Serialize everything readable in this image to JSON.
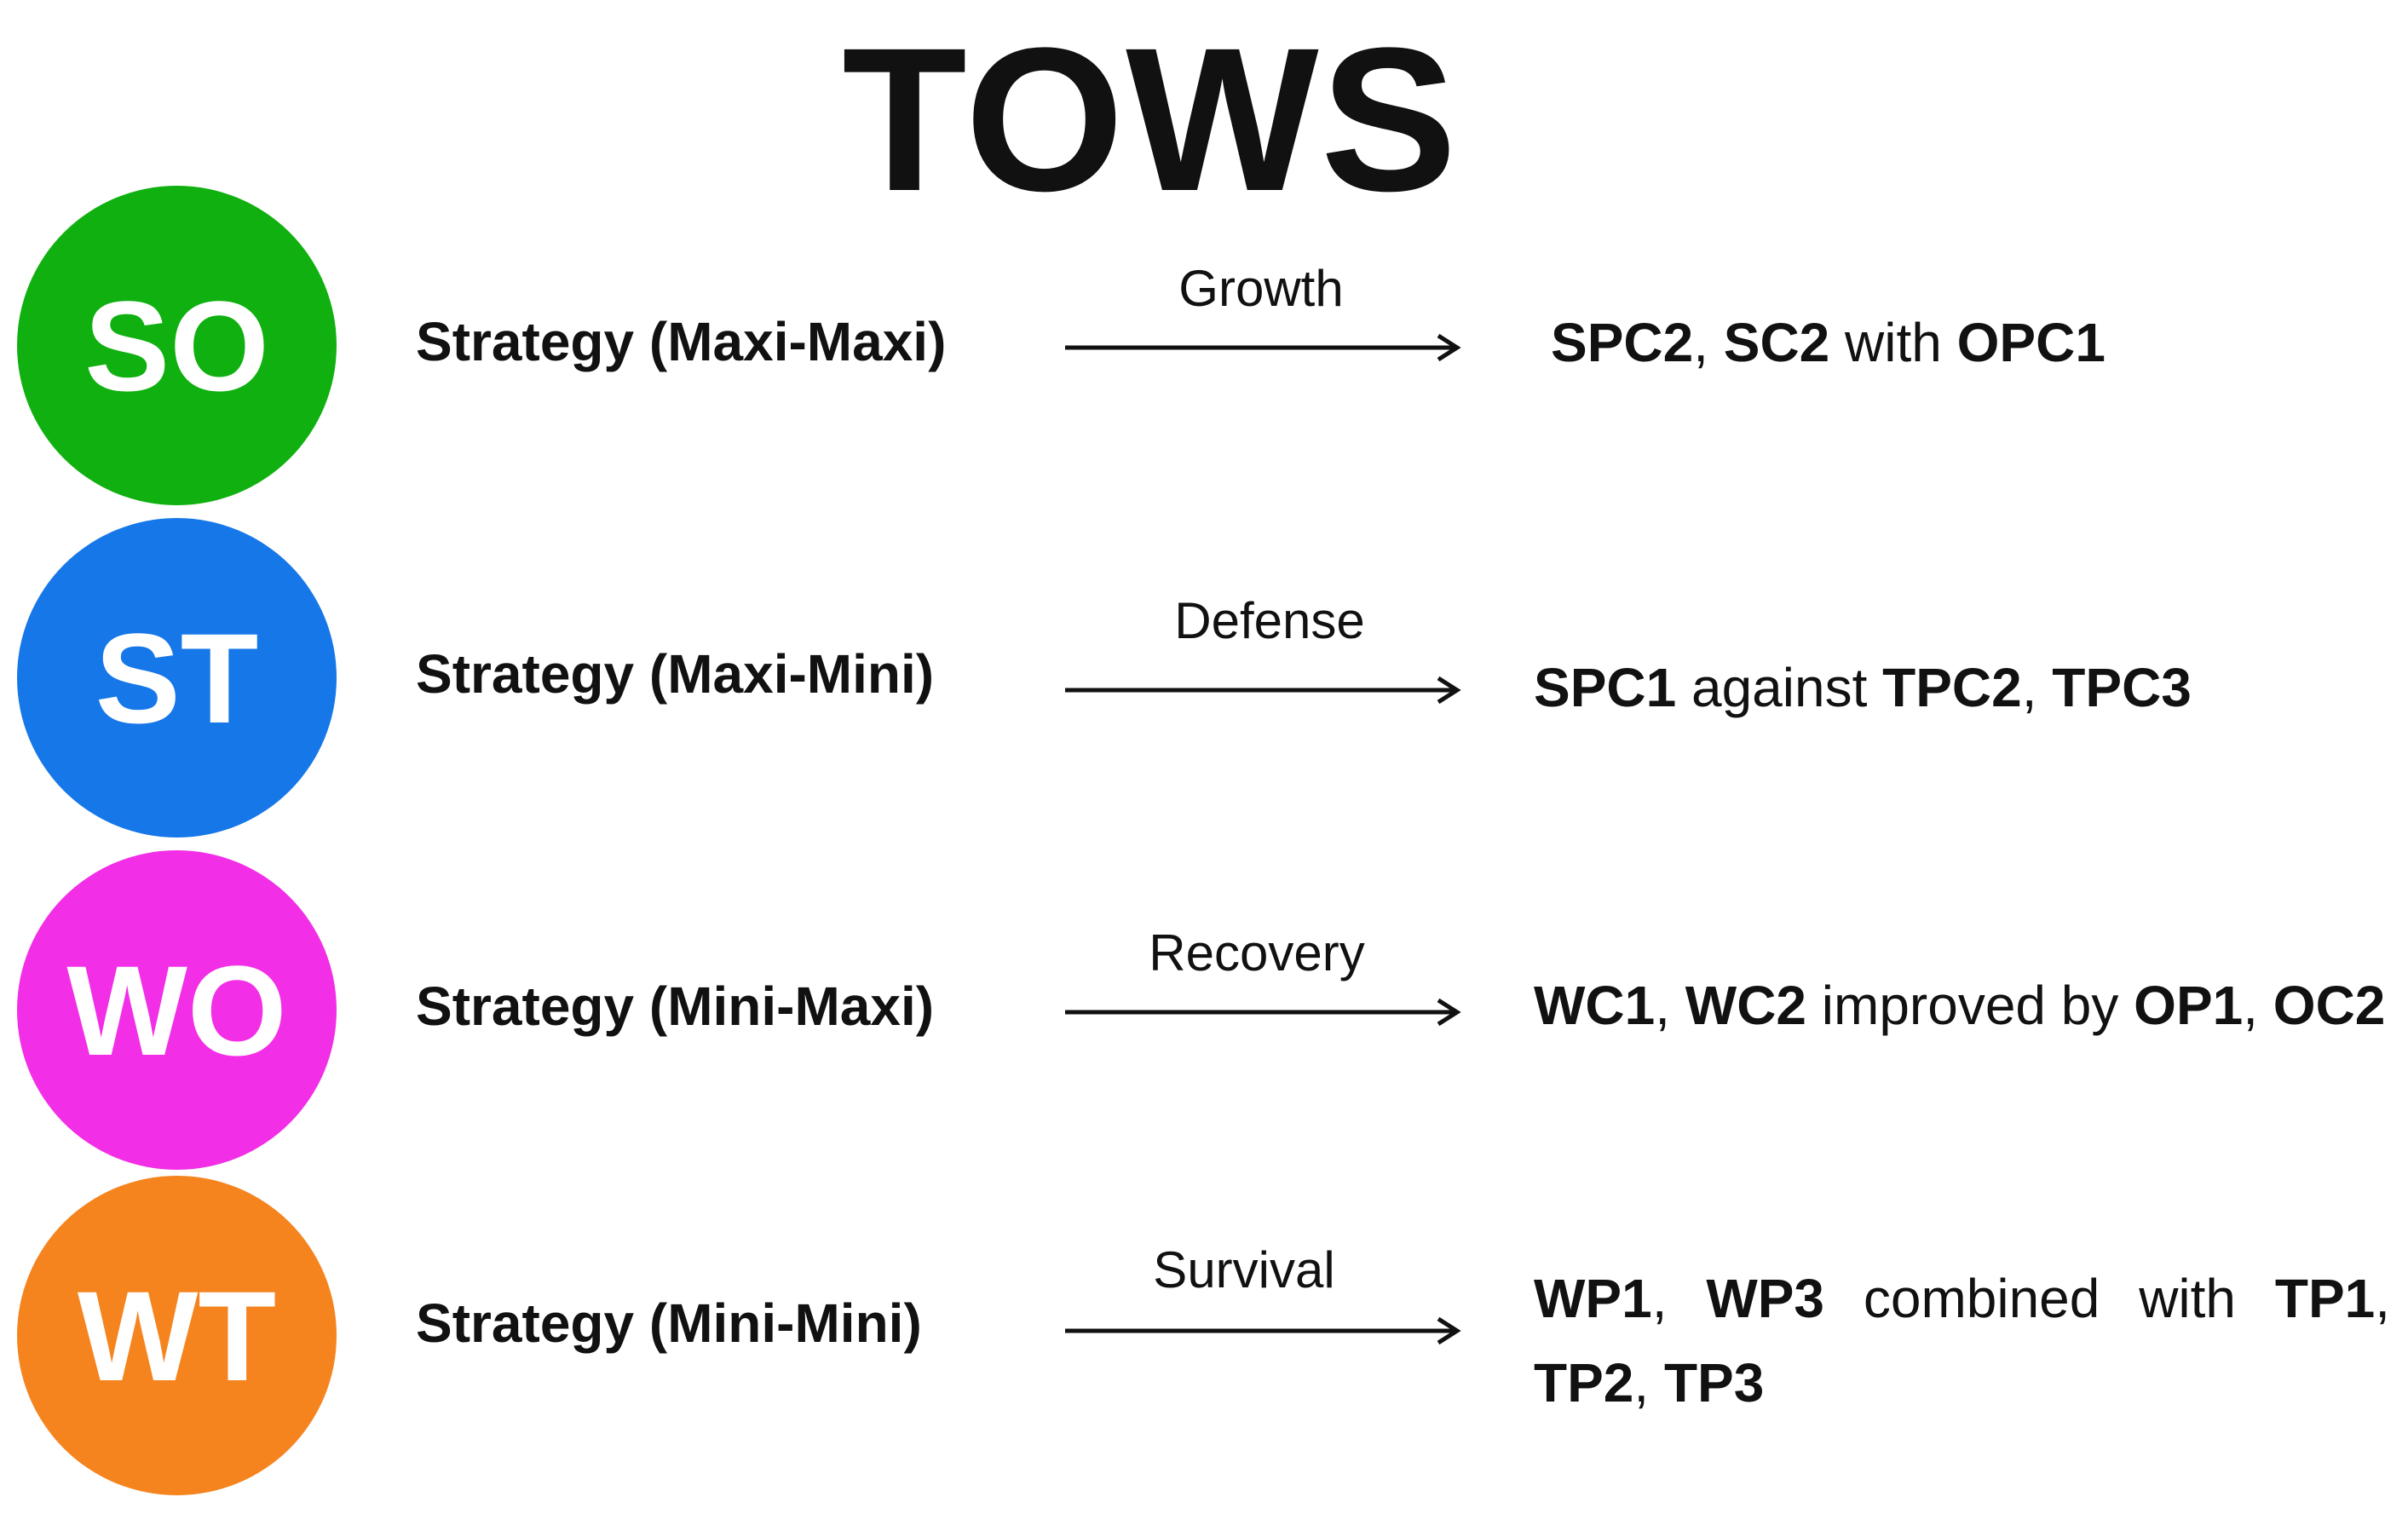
{
  "title": "TOWS",
  "colors": {
    "so": "#0fb00f",
    "st": "#1677e8",
    "wo": "#f22ee6",
    "wt": "#f5841f"
  },
  "rows": [
    {
      "code": "SO",
      "strategy": "Strategy (Maxi-Maxi)",
      "label": "Growth",
      "result": [
        {
          "text": "SPC2",
          "bold": true
        },
        {
          "text": ", ",
          "bold": false
        },
        {
          "text": "SC2",
          "bold": true
        },
        {
          "text": " with ",
          "bold": false
        },
        {
          "text": "OPC1",
          "bold": true
        }
      ]
    },
    {
      "code": "ST",
      "strategy": "Strategy (Maxi-Mini)",
      "label": "Defense",
      "result": [
        {
          "text": "SPC1",
          "bold": true
        },
        {
          "text": " against ",
          "bold": false
        },
        {
          "text": "TPC2",
          "bold": true
        },
        {
          "text": ", ",
          "bold": false
        },
        {
          "text": "TPC3",
          "bold": true
        }
      ]
    },
    {
      "code": "WO",
      "strategy": "Strategy (Mini-Maxi)",
      "label": "Recovery",
      "result": [
        {
          "text": "WC1",
          "bold": true
        },
        {
          "text": ", ",
          "bold": false
        },
        {
          "text": "WC2",
          "bold": true
        },
        {
          "text": " improved by ",
          "bold": false
        },
        {
          "text": "OP1",
          "bold": true
        },
        {
          "text": ", ",
          "bold": false
        },
        {
          "text": "OC2",
          "bold": true
        }
      ]
    },
    {
      "code": "WT",
      "strategy": "Strategy (Mini-Mini)",
      "label": "Survival",
      "result": [
        {
          "text": "WP1",
          "bold": true
        },
        {
          "text": ", ",
          "bold": false
        },
        {
          "text": "WP3",
          "bold": true
        },
        {
          "text": " combined with ",
          "bold": false
        },
        {
          "text": "TP1",
          "bold": true
        },
        {
          "text": ", ",
          "bold": false
        },
        {
          "text": "TP2",
          "bold": true
        },
        {
          "text": ", ",
          "bold": false
        },
        {
          "text": "TP3",
          "bold": true
        }
      ]
    }
  ]
}
